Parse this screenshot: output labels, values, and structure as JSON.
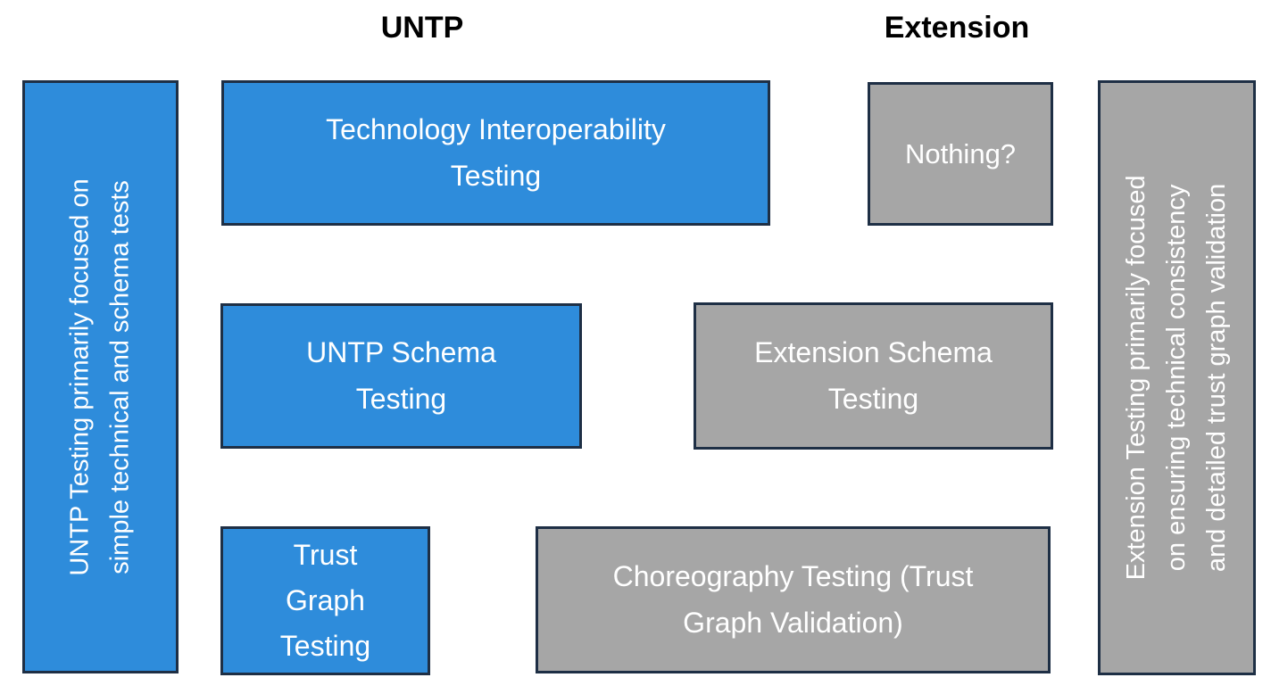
{
  "colors": {
    "untp_fill": "#2e8cdb",
    "extension_fill": "#a6a6a6",
    "border": "#1e2f45",
    "box_text": "#ffffff",
    "header_text": "#000000",
    "background": "#ffffff"
  },
  "headers": {
    "untp": "UNTP",
    "extension": "Extension"
  },
  "left_bar": {
    "lines": [
      "UNTP Testing primarily focused on",
      "simple technical and schema tests"
    ]
  },
  "right_bar": {
    "lines": [
      "Extension Testing primarily focused",
      "on ensuring technical consistency",
      "and detailed trust graph validation"
    ]
  },
  "boxes": {
    "technology_interoperability": {
      "variant": "untp",
      "lines": [
        "Technology Interoperability",
        "Testing"
      ]
    },
    "nothing": {
      "variant": "extension",
      "lines": [
        "Nothing?"
      ]
    },
    "untp_schema": {
      "variant": "untp",
      "lines": [
        "UNTP Schema",
        "Testing"
      ]
    },
    "extension_schema": {
      "variant": "extension",
      "lines": [
        "Extension Schema",
        "Testing"
      ]
    },
    "trust_graph": {
      "variant": "untp",
      "lines": [
        "Trust",
        "Graph",
        "Testing"
      ]
    },
    "choreography": {
      "variant": "extension",
      "lines": [
        "Choreography Testing (Trust",
        "Graph Validation)"
      ]
    }
  }
}
